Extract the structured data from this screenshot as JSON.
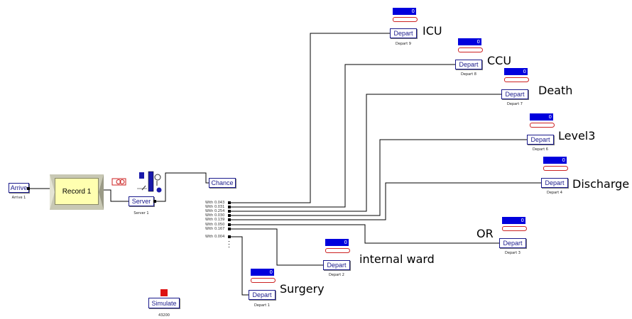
{
  "blocks": {
    "arrive": {
      "label": "Arrive",
      "sub": "Arrive 1"
    },
    "record": {
      "label": "Record 1"
    },
    "server": {
      "label": "Server",
      "sub": "Server 1"
    },
    "chance": {
      "label": "Chance"
    },
    "simulate": {
      "label": "Simulate",
      "sub": "43200"
    }
  },
  "probabilities": [
    "With 0.043",
    "With 0.031",
    "With 0.254",
    "With 0.030",
    "With 0.139",
    "With 0.050",
    "With 0.167",
    "With 0.004"
  ],
  "departs": [
    {
      "label": "Depart",
      "sub": "Depart 9",
      "count": "0",
      "name": "ICU"
    },
    {
      "label": "Depart",
      "sub": "Depart 8",
      "count": "0",
      "name": "CCU"
    },
    {
      "label": "Depart",
      "sub": "Depart 7",
      "count": "0",
      "name": "Death"
    },
    {
      "label": "Depart",
      "sub": "Depart 6",
      "count": "0",
      "name": "Level3"
    },
    {
      "label": "Depart",
      "sub": "Depart 4",
      "count": "0",
      "name": "Discharge"
    },
    {
      "label": "Depart",
      "sub": "Depart 3",
      "count": "0",
      "name": "OR"
    },
    {
      "label": "Depart",
      "sub": "Depart 2",
      "count": "0",
      "name": "internal ward"
    },
    {
      "label": "Depart",
      "sub": "Depart 1",
      "count": "0",
      "name": "Surgery"
    }
  ],
  "colors": {
    "wire": "#000000",
    "block_border": "#1a1a8c",
    "counter": "#0000dd",
    "queue": "#cc2222",
    "record_face": "#ffffb0",
    "simulate": "#dd1111"
  }
}
